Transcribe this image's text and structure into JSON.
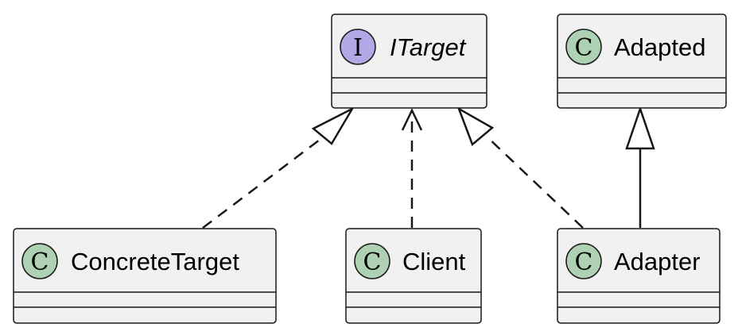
{
  "diagram": {
    "classes": [
      {
        "id": "itarget",
        "name": "ITarget",
        "kind": "interface",
        "stereotype_letter": "I",
        "stereotype_color": "#B4A7E5"
      },
      {
        "id": "adapted",
        "name": "Adapted",
        "kind": "class",
        "stereotype_letter": "C",
        "stereotype_color": "#ADD1B2"
      },
      {
        "id": "concretetarget",
        "name": "ConcreteTarget",
        "kind": "class",
        "stereotype_letter": "C",
        "stereotype_color": "#ADD1B2"
      },
      {
        "id": "client",
        "name": "Client",
        "kind": "class",
        "stereotype_letter": "C",
        "stereotype_color": "#ADD1B2"
      },
      {
        "id": "adapter",
        "name": "Adapter",
        "kind": "class",
        "stereotype_letter": "C",
        "stereotype_color": "#ADD1B2"
      }
    ],
    "relations": [
      {
        "from": "concretetarget",
        "to": "itarget",
        "type": "realization"
      },
      {
        "from": "client",
        "to": "itarget",
        "type": "dependency"
      },
      {
        "from": "adapter",
        "to": "itarget",
        "type": "realization"
      },
      {
        "from": "adapter",
        "to": "adapted",
        "type": "inheritance"
      }
    ],
    "colors": {
      "box_fill": "#F1F1F1",
      "box_stroke": "#181818",
      "line": "#181818"
    }
  }
}
